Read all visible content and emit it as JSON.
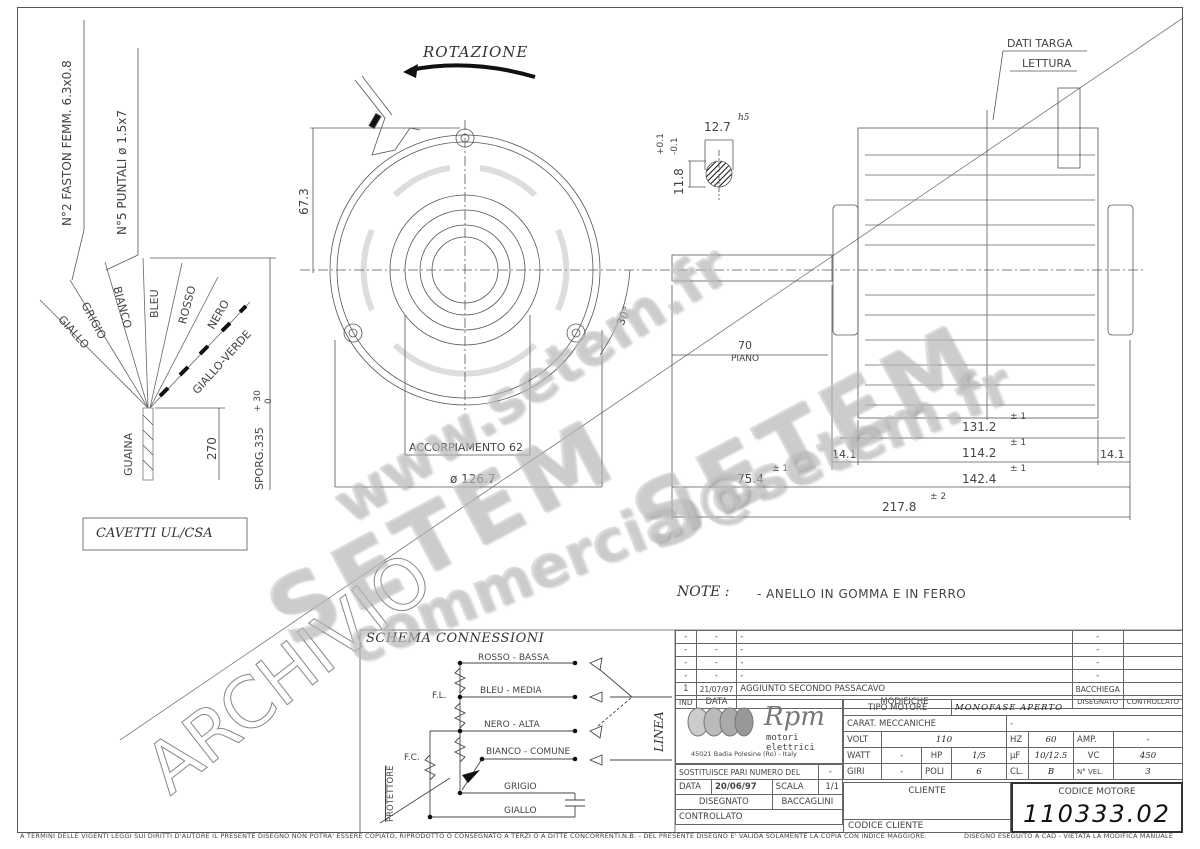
{
  "drawing": {
    "rotation_label": "ROTAZIONE",
    "nameplate": {
      "dati_targa": "DATI TARGA",
      "lettura": "LETTURA"
    },
    "cables": {
      "faston_label": "N°2 FASTON FEMM. 6.3x0.8",
      "puntali_label": "N°5 PUNTALI ø 1.5x7",
      "wires": [
        "GIALLO",
        "GRIGIO",
        "BIANCO",
        "BLEU",
        "ROSSO",
        "NERO",
        "GIALLO-VERDE"
      ],
      "sheath": "GUAINA",
      "length": "270",
      "sporg": "SPORG.335",
      "sporg_tol_plus": "+ 30",
      "sporg_tol_minus": "0",
      "box_label": "CAVETTI UL/CSA"
    },
    "front_view": {
      "height_dim": "67.3",
      "angle": "30°",
      "coupling": "ACCORPIAMENTO 62",
      "diameter": "ø 126.7"
    },
    "shaft": {
      "width": "12.7",
      "tolerance_class": "h5",
      "flat": "11.8",
      "flat_tol_plus": "+0.1",
      "flat_tol_minus": "-0.1"
    },
    "side_view": {
      "piano": "70",
      "piano_label": "PIANO",
      "dims": [
        {
          "value": "131.2",
          "tol": "± 1"
        },
        {
          "value": "114.2",
          "tol": "± 1"
        },
        {
          "value": "142.4",
          "tol": "± 1"
        },
        {
          "value": "75.4",
          "tol": "± 1"
        },
        {
          "value": "217.8",
          "tol": "± 2"
        }
      ],
      "end_left": "14.1",
      "end_right": "14.1"
    },
    "note_label": "NOTE :",
    "note_text": "- ANELLO IN GOMMA E IN FERRO"
  },
  "schema": {
    "title": "SCHEMA CONNESSIONI",
    "lines": [
      "ROSSO - BASSA",
      "BLEU - MEDIA",
      "NERO - ALTA",
      "BIANCO - COMUNE",
      "GRIGIO",
      "GIALLO"
    ],
    "fl": "F.L.",
    "fc": "F.C.",
    "protettore": "PROTETTORE",
    "linea": "LINEA"
  },
  "revisions": {
    "rows": [
      {
        "ind": "-",
        "data": "-",
        "desc": "-",
        "disegnato": "-",
        "controllato": ""
      },
      {
        "ind": "-",
        "data": "-",
        "desc": "-",
        "disegnato": "-",
        "controllato": ""
      },
      {
        "ind": "-",
        "data": "-",
        "desc": "-",
        "disegnato": "-",
        "controllato": ""
      },
      {
        "ind": "-",
        "data": "-",
        "desc": "-",
        "disegnato": "-",
        "controllato": ""
      },
      {
        "ind": "1",
        "data": "21/07/97",
        "desc": "AGGIUNTO SECONDO PASSACAVO",
        "disegnato": "BACCHIEGA",
        "controllato": ""
      }
    ],
    "header": {
      "ind": "IND",
      "data": "DATA",
      "modifiche": "MODIFICHE",
      "disegnato": "DISEGNATO",
      "controllato": "CONTROLLATO"
    }
  },
  "company": {
    "name": "Rpm",
    "subtitle": "motori elettrici",
    "address": "45021 Badia Polesine (Ro) - Italy"
  },
  "titleblock": {
    "sostituisce_label": "SOSTITUISCE PARI NUMERO DEL",
    "sostituisce_value": "-",
    "data_label": "DATA",
    "data_value": "20/06/97",
    "scala_label": "SCALA",
    "scala_value": "1/1",
    "disegnato_label": "DISEGNATO",
    "disegnato_value": "BACCAGLINI",
    "controllato_label": "CONTROLLATO",
    "tipo_motore_label": "TIPO MOTORE",
    "tipo_motore_value": "MONOFASE APERTO",
    "carat_label": "CARAT. MECCANICHE",
    "carat_value": "-",
    "volt_label": "VOLT",
    "volt_value": "110",
    "hz_label": "HZ",
    "hz_value": "60",
    "amp_label": "AMP.",
    "amp_value": "-",
    "watt_label": "WATT",
    "watt_value": "-",
    "hp_label": "HP",
    "hp_value": "1/5",
    "uf_label": "µF",
    "uf_value": "10/12.5",
    "vc_label": "VC",
    "vc_value": "450",
    "giri_label": "GIRI",
    "giri_value": "-",
    "poli_label": "POLI",
    "poli_value": "6",
    "cl_label": "CL.",
    "cl_value": "B",
    "nvel_label": "N° VEL.",
    "nvel_value": "3",
    "cliente_label": "CLIENTE",
    "codice_cliente_label": "CODICE CLIENTE",
    "codice_motore_label": "CODICE MOTORE",
    "codice_motore_value": "110333.02"
  },
  "footer": {
    "copyright": "A TERMINI DELLE VIGENTI LEGGI SUI DIRITTI D'AUTORE IL PRESENTE DISEGNO NON POTRA' ESSERE COPIATO, RIPRODOTTO O CONSEGNATO A TERZI O A DITTE CONCORRENTI.",
    "nb": "N.B. - DEL PRESENTE DISEGNO E' VALIDA SOLAMENTE LA COPIA CON INDICE MAGGIORE.",
    "cad": "DISEGNO ESEGUITO A CAD - VIETATA LA MODIFICA MANUALE"
  },
  "watermarks": {
    "archivio": "ARCHIVIO",
    "www": "www.setem.fr",
    "setem1": "SETEM",
    "setem2": "SETEM",
    "email": "commercial@setem.fr"
  }
}
